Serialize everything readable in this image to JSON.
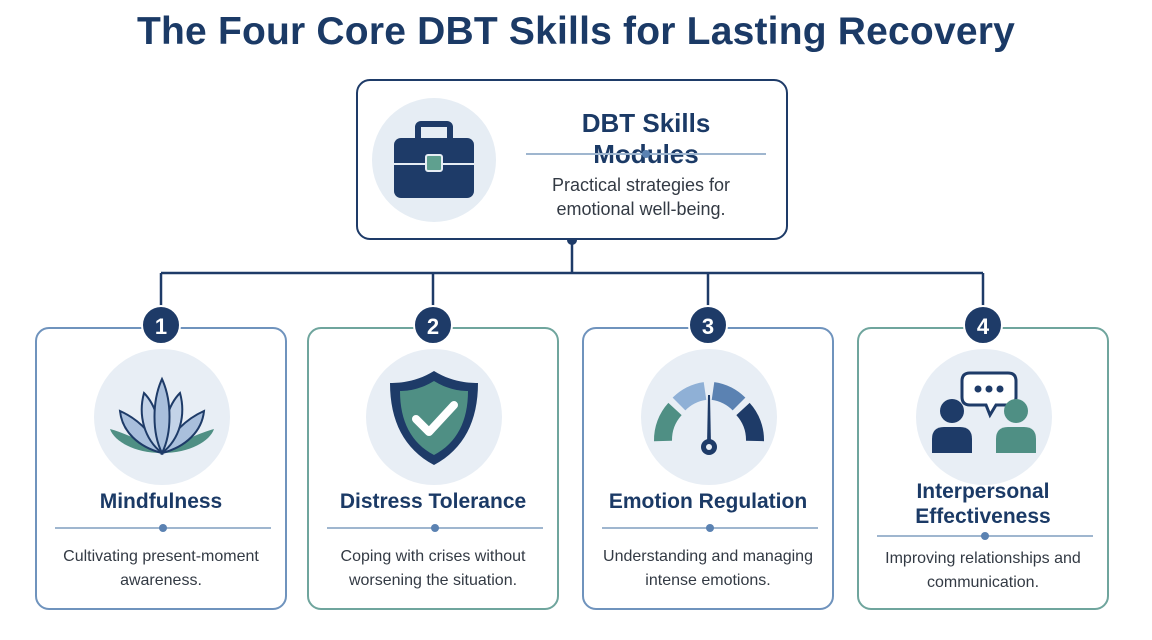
{
  "title": "The Four Core DBT Skills for Lasting Recovery",
  "root": {
    "title": "DBT Skills Modules",
    "description": "Practical strategies for emotional well-being.",
    "icon": "toolbox-icon"
  },
  "modules": [
    {
      "number": "1",
      "title": "Mindfulness",
      "description": "Cultivating present-moment awareness.",
      "icon": "lotus-icon"
    },
    {
      "number": "2",
      "title": "Distress Tolerance",
      "description": "Coping with crises without worsening the situation.",
      "icon": "shield-check-icon"
    },
    {
      "number": "3",
      "title": "Emotion Regulation",
      "description": "Understanding and managing intense emotions.",
      "icon": "gauge-icon"
    },
    {
      "number": "4",
      "title": "Interpersonal Effectiveness",
      "description": "Improving relationships and communication.",
      "icon": "conversation-icon"
    }
  ],
  "colors": {
    "navy": "#1e3b68",
    "blue_border": "#6f93bd",
    "teal_border": "#6fa59d",
    "teal": "#4f8f84",
    "light_blue": "#a9bfdc"
  }
}
